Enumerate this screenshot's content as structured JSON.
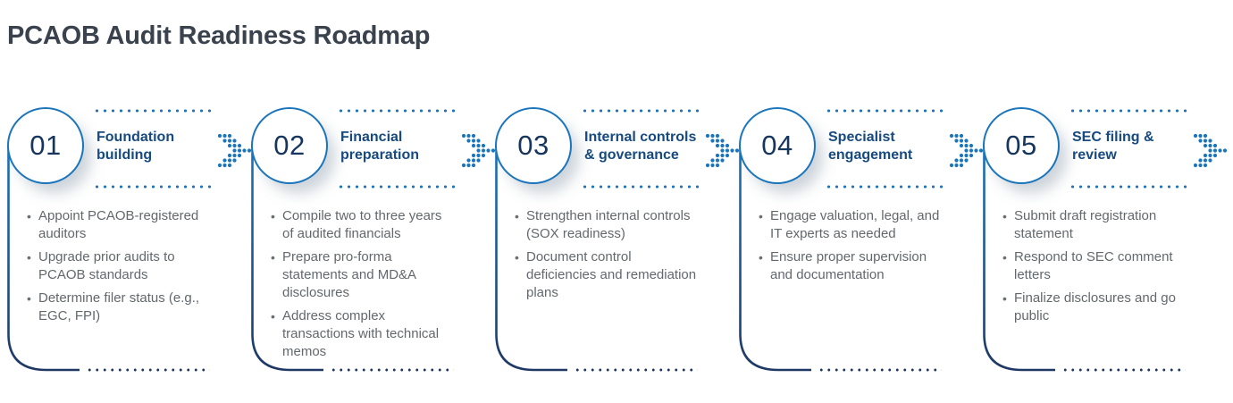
{
  "page": {
    "title": "PCAOB Audit Readiness Roadmap"
  },
  "colors": {
    "heading_text": "#39424d",
    "accent_blue": "#1b75bb",
    "navy": "#1f3864",
    "step_title_blue": "#164a80",
    "number_navy": "#17365d",
    "bullet_gray": "#63686d"
  },
  "icons": {
    "between_steps": "dotted-chevron-right-icon"
  },
  "steps": [
    {
      "number": "01",
      "title": "Foundation building",
      "bullets": [
        "Appoint PCAOB-registered auditors",
        "Upgrade prior audits to PCAOB standards",
        "Determine filer status (e.g., EGC, FPI)"
      ]
    },
    {
      "number": "02",
      "title": "Financial preparation",
      "bullets": [
        "Compile two to three years of audited financials",
        "Prepare pro-forma statements and MD&A disclosures",
        "Address complex transactions with technical memos"
      ]
    },
    {
      "number": "03",
      "title": "Internal controls & governance",
      "bullets": [
        "Strengthen internal controls (SOX readiness)",
        "Document control deficiencies and remediation plans"
      ]
    },
    {
      "number": "04",
      "title": "Specialist engagement",
      "bullets": [
        "Engage valuation, legal, and IT experts as needed",
        "Ensure proper supervision and documentation"
      ]
    },
    {
      "number": "05",
      "title": "SEC filing & review",
      "bullets": [
        "Submit draft registration statement",
        "Respond to SEC comment letters",
        "Finalize disclosures and go public"
      ]
    }
  ]
}
